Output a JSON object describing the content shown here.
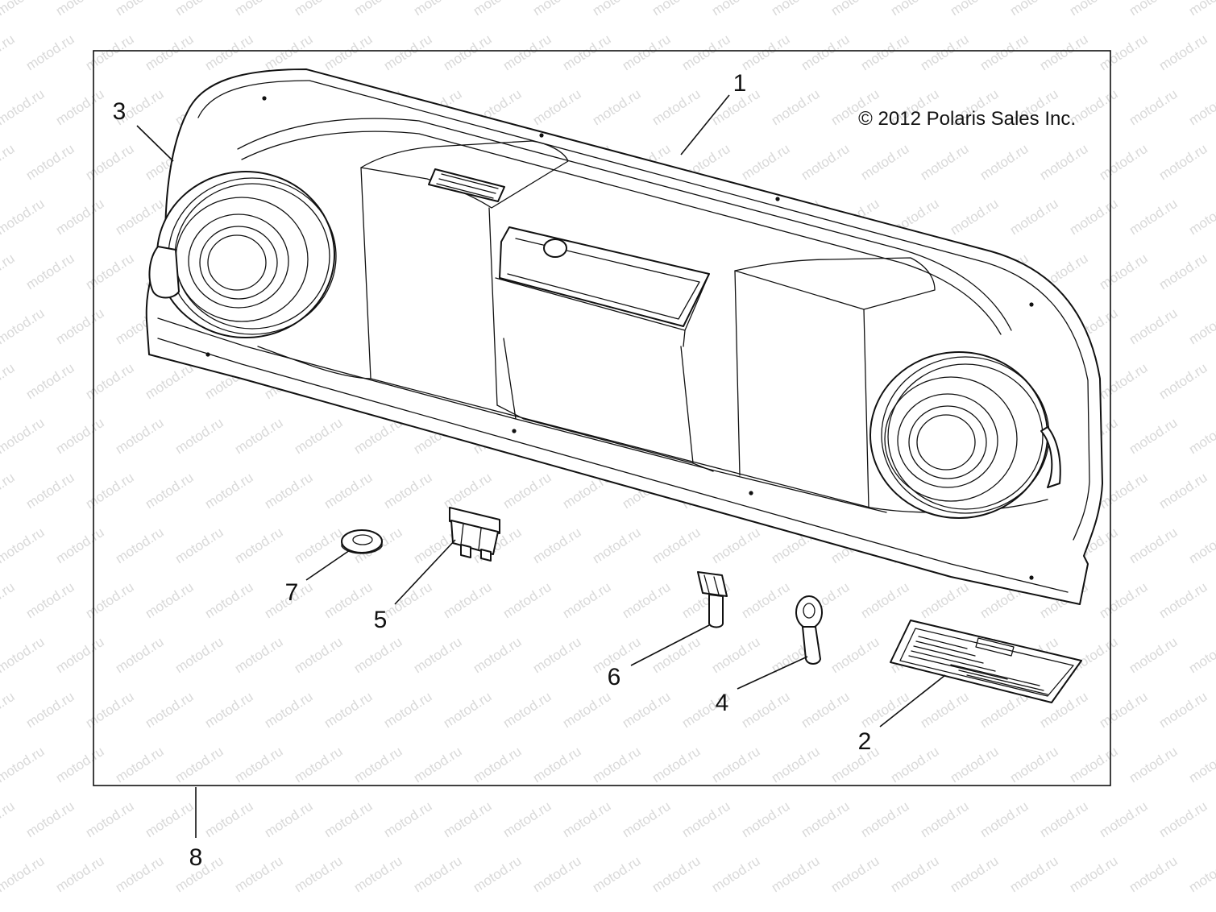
{
  "copyright": "© 2012 Polaris Sales Inc.",
  "watermark": "motod.ru",
  "callouts": [
    {
      "id": "1",
      "label": "1"
    },
    {
      "id": "2",
      "label": "2"
    },
    {
      "id": "3",
      "label": "3"
    },
    {
      "id": "4",
      "label": "4"
    },
    {
      "id": "5",
      "label": "5"
    },
    {
      "id": "6",
      "label": "6"
    },
    {
      "id": "7",
      "label": "7"
    },
    {
      "id": "8",
      "label": "8"
    }
  ],
  "colors": {
    "line": "#111111",
    "background": "#ffffff",
    "watermark": "#d9d9d9"
  }
}
